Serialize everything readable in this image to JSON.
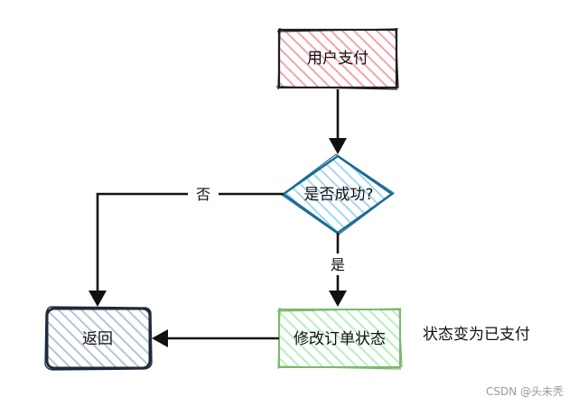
{
  "nodes": {
    "user_pay": {
      "label": "用户支付",
      "fill": "#f4a3ad",
      "stroke": "#1e1e1e"
    },
    "decision": {
      "label": "是否成功?",
      "fill": "#a5d8ec",
      "stroke": "#1b6b93"
    },
    "update_order": {
      "label": "修改订单状态",
      "fill": "#b2f2bb",
      "stroke": "#7cb86a"
    },
    "return": {
      "label": "返回",
      "fill": "#b8c4d4",
      "stroke": "#1e2a3a"
    }
  },
  "edges": {
    "no_label": "否",
    "yes_label": "是"
  },
  "note": "状态变为已支付",
  "watermark": "CSDN @头未秃"
}
